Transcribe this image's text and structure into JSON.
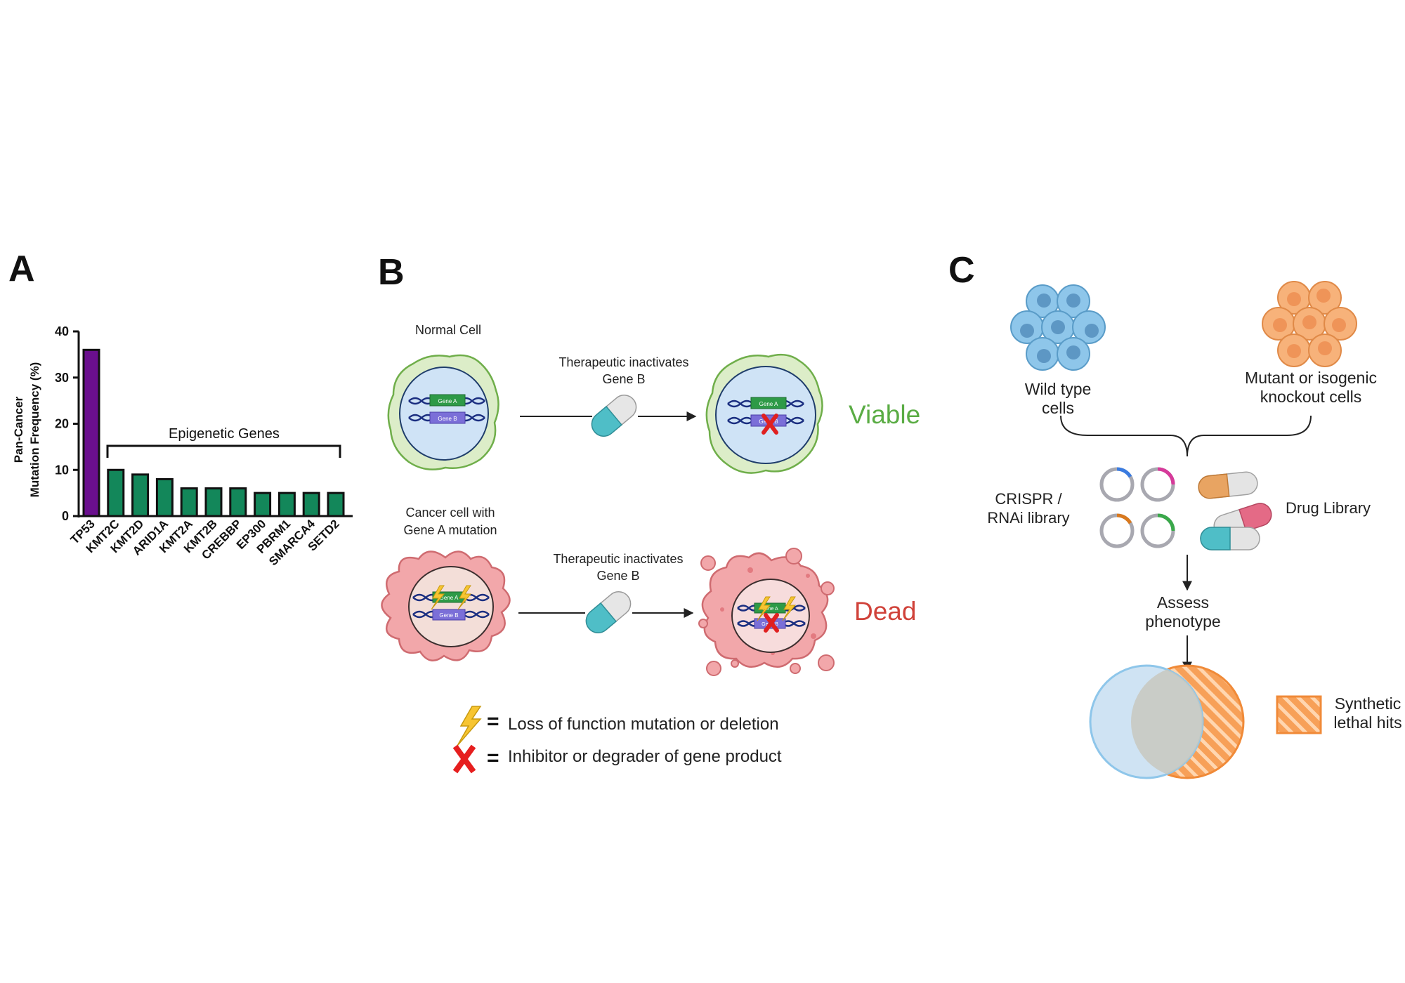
{
  "panels": {
    "a": {
      "letter": "A"
    },
    "b": {
      "letter": "B"
    },
    "c": {
      "letter": "C"
    }
  },
  "chart_data": {
    "type": "bar",
    "categories": [
      "TP53",
      "KMT2C",
      "KMT2D",
      "ARID1A",
      "KMT2A",
      "KMT2B",
      "CREBBP",
      "EP300",
      "PBRM1",
      "SMARCA4",
      "SETD2"
    ],
    "values": [
      36,
      10,
      9,
      8,
      6,
      6,
      6,
      5,
      5,
      5,
      5
    ],
    "bar_colors": [
      "#6a0f8e",
      "#13875a",
      "#13875a",
      "#13875a",
      "#13875a",
      "#13875a",
      "#13875a",
      "#13875a",
      "#13875a",
      "#13875a",
      "#13875a"
    ],
    "ylabel_line1": "Pan-Cancer",
    "ylabel_line2": "Mutation Frequency (%)",
    "ylim": [
      0,
      40
    ],
    "yticks": [
      0,
      10,
      20,
      30,
      40
    ],
    "bracket_label": "Epigenetic Genes",
    "grid": false
  },
  "panel_b": {
    "normal_label": "Normal Cell",
    "cancer_label_line1": "Cancer cell with",
    "cancer_label_line2": "Gene A mutation",
    "therapeutic_line1": "Therapeutic inactivates",
    "therapeutic_line2": "Gene B",
    "gene_a": "Gene A",
    "gene_b": "Gene B",
    "outcome_viable": "Viable",
    "outcome_dead": "Dead",
    "legend_equals": "=",
    "legend_loss": "Loss of function mutation or deletion",
    "legend_inhibitor": "Inhibitor or degrader of gene product",
    "colors": {
      "viable": "#5aac44",
      "dead": "#d0423a",
      "normal_cell": "#dcedc8",
      "cancer_cell": "#f2a7aa"
    }
  },
  "panel_c": {
    "wild_line1": "Wild type",
    "wild_line2": "cells",
    "mutant_line1": "Mutant or isogenic",
    "mutant_line2": "knockout cells",
    "crispr_line1": "CRISPR /",
    "crispr_line2": "RNAi library",
    "drug_library": "Drug Library",
    "assess_line1": "Assess",
    "assess_line2": "phenotype",
    "hits_line1": "Synthetic",
    "hits_line2": "lethal hits",
    "colors": {
      "wild": "#8ec6ea",
      "mutant": "#f7b27a",
      "hits": "#f4842c"
    }
  }
}
